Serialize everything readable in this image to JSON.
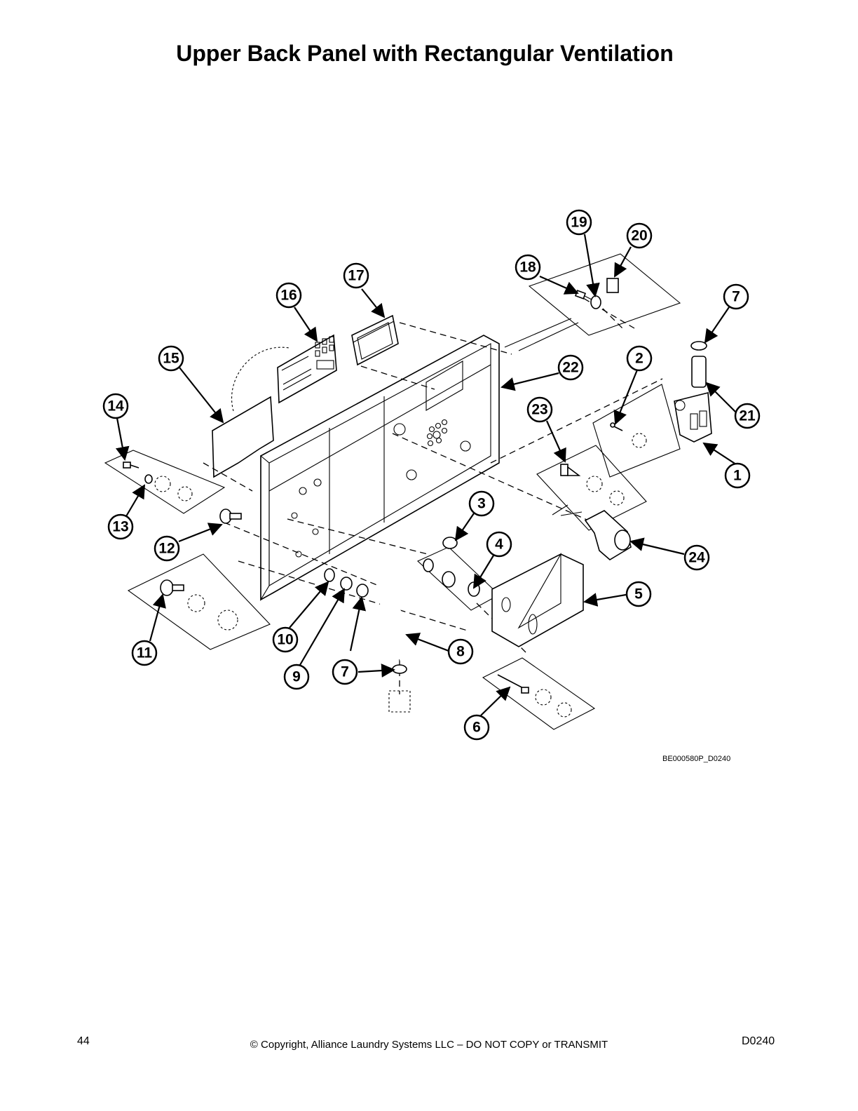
{
  "title": "Upper Back Panel with Rectangular Ventilation",
  "image_ref": "BE000580P_D0240",
  "footer": {
    "page_number": "44",
    "copyright": "© Copyright, Alliance Laundry Systems LLC – DO NOT COPY or TRANSMIT",
    "doc_id": "D0240"
  },
  "callouts": [
    "1",
    "2",
    "3",
    "4",
    "5",
    "6",
    "7",
    "8",
    "9",
    "10",
    "11",
    "12",
    "13",
    "14",
    "15",
    "16",
    "17",
    "18",
    "19",
    "20",
    "21",
    "22",
    "23",
    "24"
  ]
}
